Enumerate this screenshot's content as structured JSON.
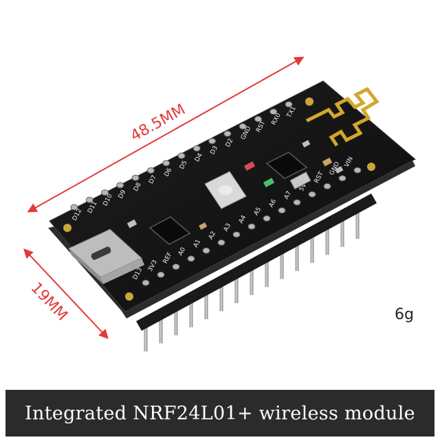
{
  "dimensions": {
    "length_label": "48.5MM",
    "width_label": "19MM"
  },
  "weight_label": "6g",
  "caption": "Integrated NRF24L01+ wireless module",
  "pin_labels_top": [
    "D12",
    "D11",
    "D10",
    "D9",
    "D8",
    "D7",
    "D6",
    "D5",
    "D4",
    "D3",
    "D2",
    "GND",
    "RST",
    "RX0",
    "TX1"
  ],
  "pin_labels_bottom": [
    "D13",
    "3V3",
    "REF",
    "A0",
    "A1",
    "A2",
    "A3",
    "A4",
    "A5",
    "A6",
    "A7",
    "5V",
    "RST",
    "GND",
    "VIN"
  ],
  "colors": {
    "dimension_arrow": "#e23a3a",
    "pcb": "#141414",
    "antenna": "#d4a62a",
    "caption_bar": "#2b2b2b"
  }
}
